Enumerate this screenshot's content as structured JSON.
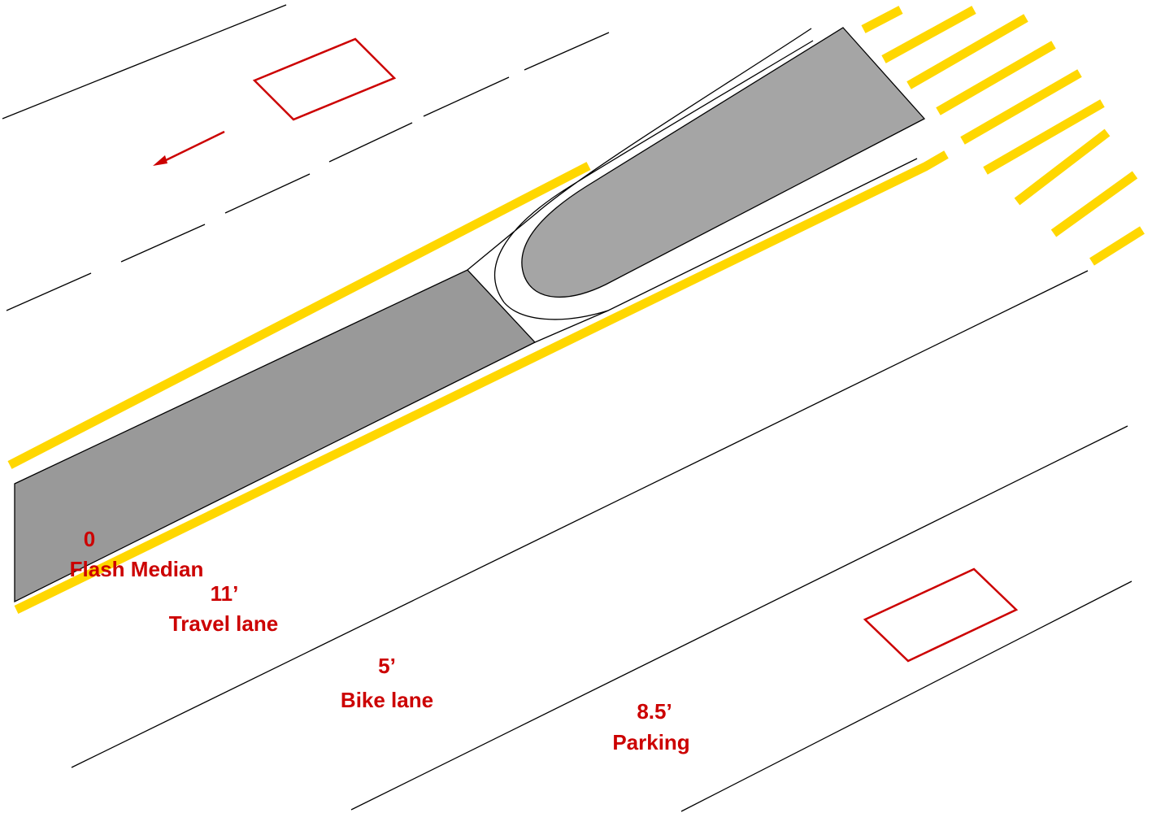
{
  "colors": {
    "road_line": "#000000",
    "marking_yellow": "#ffd700",
    "median_fill": "#999999",
    "median_fill_light": "#a5a5a5",
    "label_red": "#cc0000",
    "outline_red": "#cc0000"
  },
  "icons": [
    "direction-arrow-icon",
    "parked-car-outline-icon"
  ],
  "labels": {
    "median": {
      "width": "0",
      "name": "Flash Median"
    },
    "travel_lane": {
      "width": "11’",
      "name": "Travel lane"
    },
    "bike_lane": {
      "width": "5’",
      "name": "Bike lane"
    },
    "parking": {
      "width": "8.5’",
      "name": "Parking"
    }
  }
}
